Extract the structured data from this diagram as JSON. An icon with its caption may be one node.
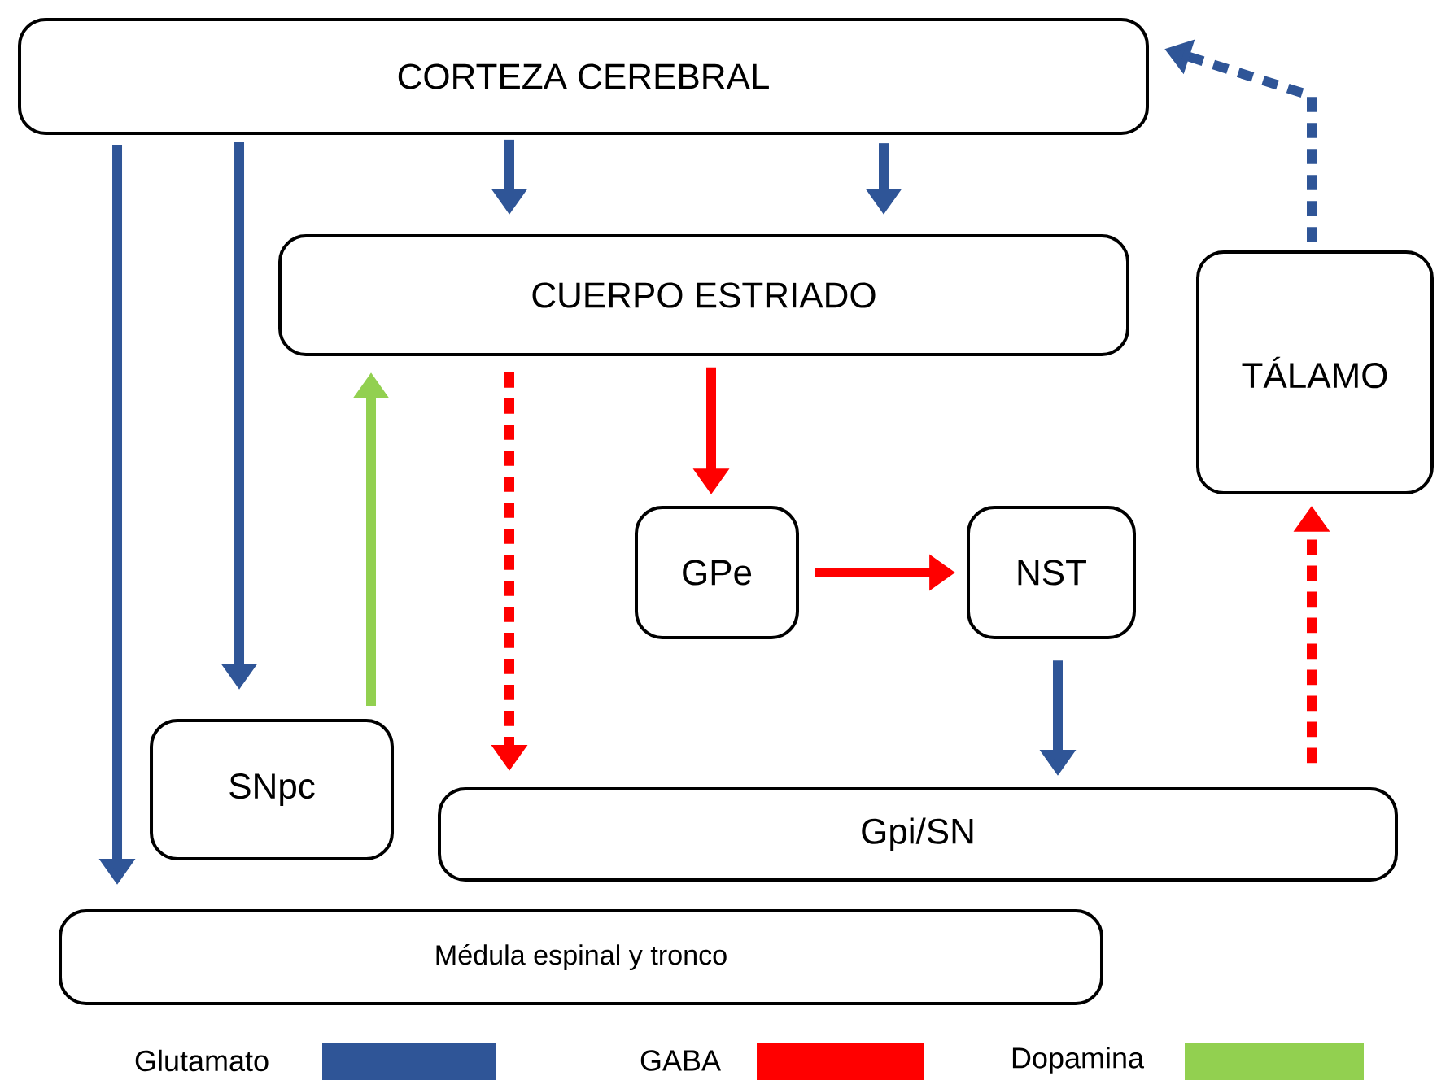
{
  "diagram": {
    "nodes": [
      {
        "text": [
          "CORTEZA CEREBRAL"
        ]
      },
      {
        "text": [
          "CUERPO ESTRIADO"
        ]
      },
      {
        "text": [
          "TÁLAMO"
        ]
      },
      {
        "text": [
          "GPe"
        ]
      },
      {
        "text": [
          "NST"
        ]
      },
      {
        "text": [
          "SNpc"
        ]
      },
      {
        "text": [
          "Gpi/SN"
        ]
      },
      {
        "text": [
          "Médula espinal y tronco"
        ]
      }
    ],
    "edges": [
      {
        "from": 0,
        "to": 7,
        "arrow": "to"
      },
      {
        "from": 0,
        "to": 5,
        "arrow": "to"
      },
      {
        "from": 0,
        "to": 1,
        "arrow": "to"
      },
      {
        "from": 0,
        "to": 1,
        "arrow": "to"
      },
      {
        "from": 5,
        "to": 1,
        "arrow": "to",
        "color": "#92d050"
      },
      {
        "from": 1,
        "to": 6,
        "arrow": "to",
        "style": "dashed",
        "color": "#ff0000"
      },
      {
        "from": 1,
        "to": 3,
        "arrow": "to",
        "color": "#ff0000"
      },
      {
        "from": 3,
        "to": 4,
        "arrow": "to",
        "color": "#ff0000"
      },
      {
        "from": 4,
        "to": 6,
        "arrow": "to"
      },
      {
        "from": 6,
        "to": 2,
        "arrow": "to",
        "style": "dashed",
        "color": "#ff0000"
      },
      {
        "from": 2,
        "to": 0,
        "arrow": "to",
        "style": "dashed"
      }
    ],
    "legend": [
      {
        "text": "Glutamato",
        "color": "#2f5597"
      },
      {
        "text": "GABA",
        "color": "#ff0000"
      },
      {
        "text": "Dopamina",
        "color": "#92d050"
      }
    ]
  }
}
